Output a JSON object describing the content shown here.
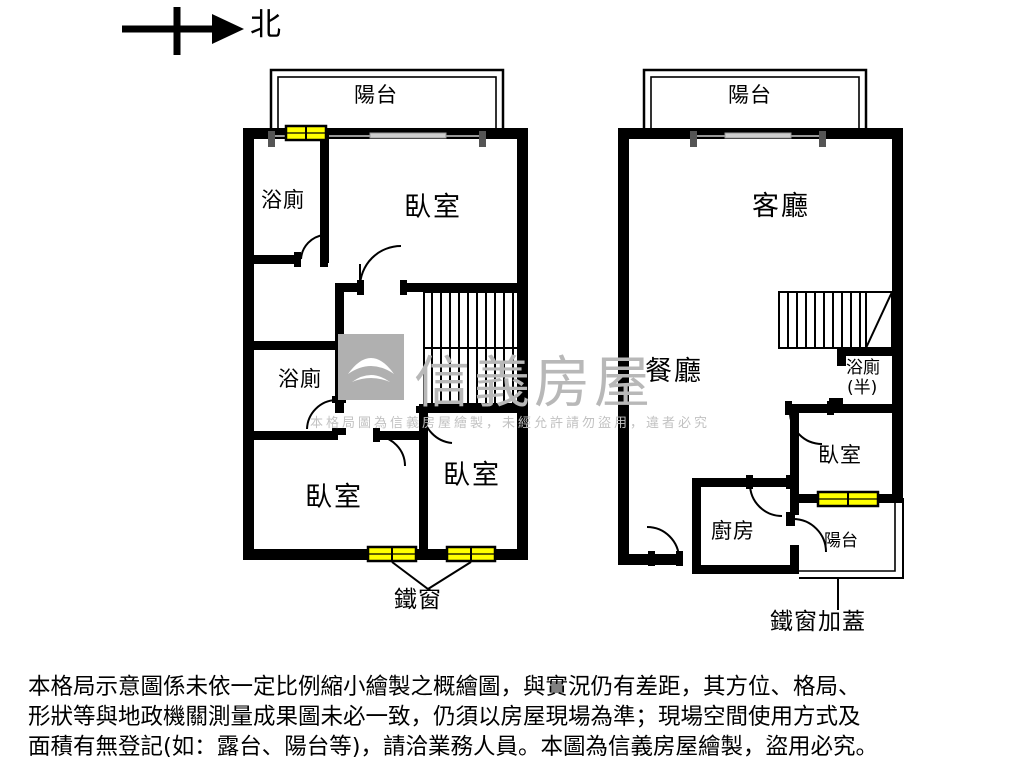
{
  "compass": {
    "label": "北",
    "icon": "north-arrow-icon"
  },
  "left_plan": {
    "name": "left-floor-plan",
    "rooms": [
      {
        "key": "balcony_top",
        "label": "陽台"
      },
      {
        "key": "bath_upper",
        "label": "浴廁"
      },
      {
        "key": "bedroom_upper",
        "label": "臥室"
      },
      {
        "key": "bath_lower",
        "label": "浴廁"
      },
      {
        "key": "bedroom_left",
        "label": "臥室"
      },
      {
        "key": "bedroom_mid",
        "label": "臥室"
      }
    ],
    "callout": {
      "label": "鐵窗"
    }
  },
  "right_plan": {
    "name": "right-floor-plan",
    "rooms": [
      {
        "key": "balcony_top",
        "label": "陽台"
      },
      {
        "key": "living",
        "label": "客廳"
      },
      {
        "key": "dining",
        "label": "餐廳"
      },
      {
        "key": "half_bath",
        "label": "浴廁"
      },
      {
        "key": "half_bath_sub",
        "label": "(半)"
      },
      {
        "key": "bedroom",
        "label": "臥室"
      },
      {
        "key": "kitchen",
        "label": "廚房"
      },
      {
        "key": "balcony_bot",
        "label": "陽台"
      }
    ],
    "callout": {
      "label": "鐵窗加蓋"
    }
  },
  "watermark": {
    "brand": "信義房屋",
    "note": "本格局圖為信義房屋繪製，未經允許請勿盜用，違者必究",
    "logo": "person-roof-logo"
  },
  "disclaimer": {
    "line1": "本格局示意圖係未依一定比例縮小繪製之概繪圖，與實況仍有差距，其方位、格局、",
    "line2": "形狀等與地政機關測量成果圖未必一致，仍須以房屋現場為準；現場空間使用方式及",
    "line3": "面積有無登記(如：露台、陽台等)，請洽業務人員。本圖為信義房屋繪製，盜用必究。"
  },
  "colors": {
    "wall": "#000000",
    "window_fill": "#ffff00",
    "thin_wall": "#000000",
    "door_arc": "#000000",
    "sliding_door": "#9a9a9a",
    "watermark": "#b8b8b8",
    "background": "#ffffff"
  }
}
